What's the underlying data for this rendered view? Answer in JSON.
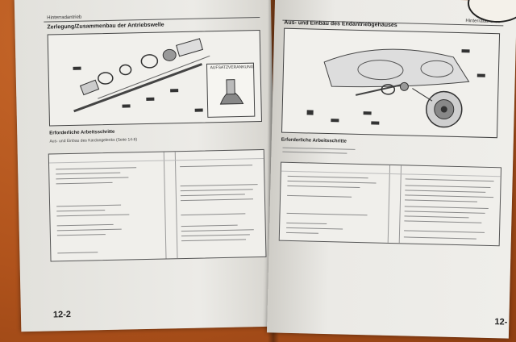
{
  "left_page": {
    "header_section": "Hinterradantrieb",
    "title": "Zerlegung/Zusammenbau der Antriebswelle",
    "required_steps_heading": "Erforderliche Arbeitsschritte",
    "required_steps_note": "Aus- und Einbau des Kardangelenks (Seite 14-8)",
    "callout": "AUFSATZVERANKUNG",
    "page_number": "12-2"
  },
  "right_page": {
    "header_section": "Hinterradantrieb",
    "title": "Aus- und Einbau des Endantriebgehäuses",
    "required_steps_heading": "Erforderliche Arbeitsschritte",
    "page_number": "12-"
  }
}
